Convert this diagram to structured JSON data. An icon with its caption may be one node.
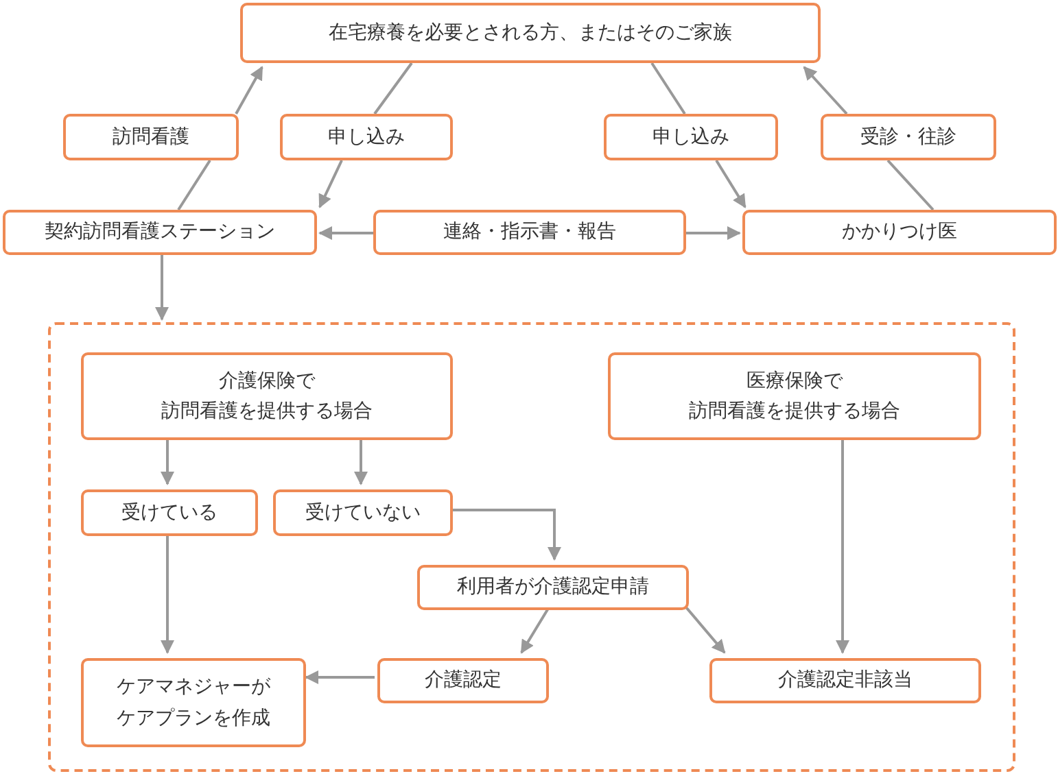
{
  "diagram": {
    "nodes": [
      {
        "text": [
          "在宅療養を必要とされる方、またはそのご家族"
        ]
      },
      {
        "text": [
          "訪問看護"
        ]
      },
      {
        "text": [
          "申し込み"
        ]
      },
      {
        "text": [
          "申し込み"
        ]
      },
      {
        "text": [
          "受診・往診"
        ]
      },
      {
        "text": [
          "契約訪問看護ステーション"
        ]
      },
      {
        "text": [
          "連絡・指示書・報告"
        ]
      },
      {
        "text": [
          "かかりつけ医"
        ]
      },
      {
        "text": [],
        "shape": "box"
      },
      {
        "text": [
          "介護保険で訪問看護を提供する場合"
        ],
        "in": 8
      },
      {
        "text": [
          "医療保険で訪問看護を提供する場合"
        ],
        "in": 8
      },
      {
        "text": [
          "受けている"
        ],
        "in": 8
      },
      {
        "text": [
          "受けていない"
        ],
        "in": 8
      },
      {
        "text": [
          "利用者が介護認定申請"
        ],
        "in": 8
      },
      {
        "text": [
          "ケアマネジャーがケアプランを作成"
        ],
        "in": 8
      },
      {
        "text": [
          "介護認定"
        ],
        "in": 8
      },
      {
        "text": [
          "介護認定非該当"
        ],
        "in": 8
      }
    ],
    "edges": [
      {
        "from": 5,
        "to": 1,
        "arrow": "none"
      },
      {
        "from": 1,
        "to": 0,
        "arrow": "to"
      },
      {
        "from": 0,
        "to": 2,
        "arrow": "none"
      },
      {
        "from": 2,
        "to": 5,
        "arrow": "to"
      },
      {
        "from": 0,
        "to": 3,
        "arrow": "none"
      },
      {
        "from": 3,
        "to": 7,
        "arrow": "to"
      },
      {
        "from": 7,
        "to": 4,
        "arrow": "none"
      },
      {
        "from": 4,
        "to": 0,
        "arrow": "to"
      },
      {
        "from": 6,
        "to": 5,
        "arrow": "to"
      },
      {
        "from": 6,
        "to": 7,
        "arrow": "to"
      },
      {
        "from": 5,
        "to": 8,
        "arrow": "to"
      },
      {
        "from": 9,
        "to": 11,
        "arrow": "to"
      },
      {
        "from": 9,
        "to": 12,
        "arrow": "to"
      },
      {
        "from": 11,
        "to": 14,
        "arrow": "to"
      },
      {
        "from": 12,
        "to": 13,
        "arrow": "to"
      },
      {
        "from": 13,
        "to": 15,
        "arrow": "to"
      },
      {
        "from": 13,
        "to": 16,
        "arrow": "to"
      },
      {
        "from": 15,
        "to": 14,
        "arrow": "to"
      },
      {
        "from": 10,
        "to": 16,
        "arrow": "to"
      }
    ]
  }
}
